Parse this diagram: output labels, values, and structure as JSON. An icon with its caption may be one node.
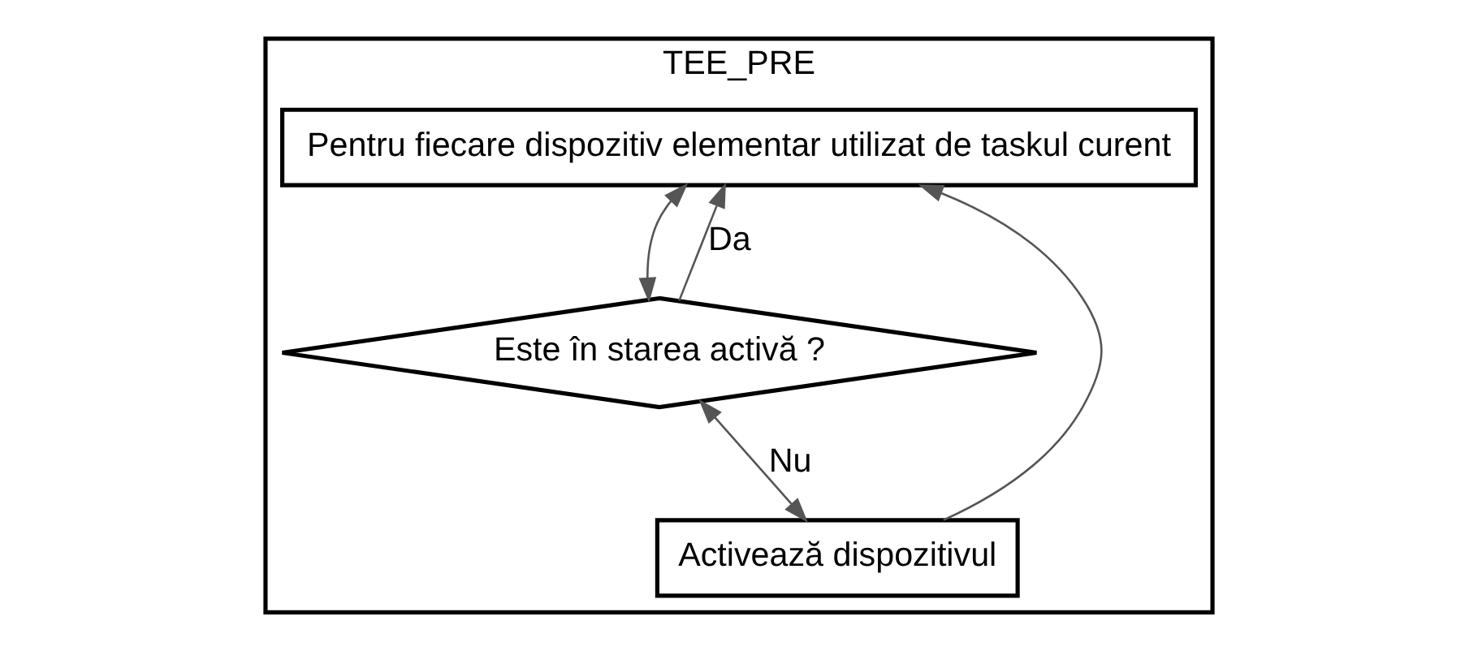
{
  "diagram": {
    "nodes": [
      {
        "text": [
          "TEE_PRE"
        ]
      },
      {
        "text": [
          "Pentru fiecare dispozitiv elementar utilizat de taskul curent"
        ],
        "in": 0
      },
      {
        "text": [
          "Este în starea activă ?"
        ],
        "in": 0
      },
      {
        "text": [
          "Activează dispozitivul"
        ],
        "in": 0
      }
    ],
    "edges": [
      {
        "from": 1,
        "to": 2,
        "arrow": "both"
      },
      {
        "from": 2,
        "to": 1,
        "arrow": "to",
        "label": "Da"
      },
      {
        "from": 2,
        "to": 3,
        "arrow": "both",
        "label": "Nu"
      },
      {
        "from": 3,
        "to": 1,
        "arrow": "to"
      }
    ]
  }
}
